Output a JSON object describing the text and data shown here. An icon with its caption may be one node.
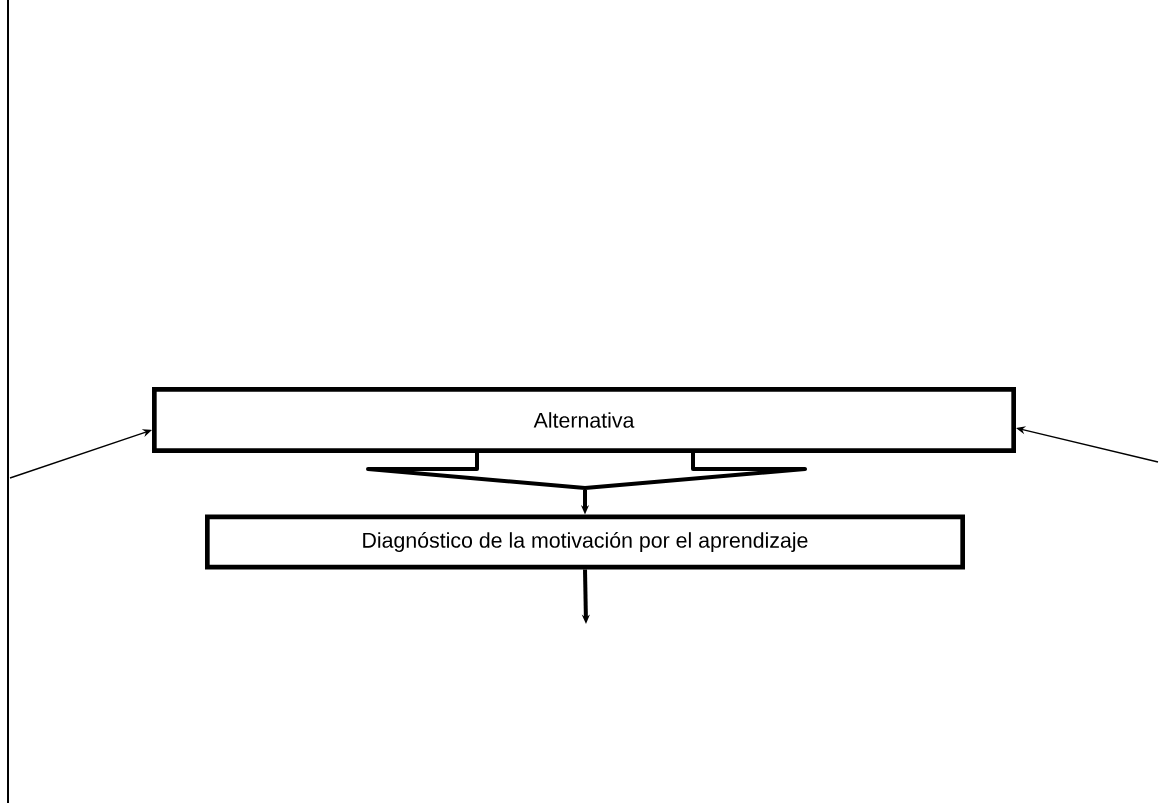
{
  "diagram": {
    "nodes": [
      {
        "text": [
          "Alternativa"
        ]
      },
      {
        "text": [
          "Diagnóstico de la motivación por el aprendizaje"
        ]
      }
    ],
    "edges": [
      {
        "from": null,
        "to": 0,
        "arrow": "to"
      },
      {
        "from": null,
        "to": 0,
        "arrow": "to"
      },
      {
        "from": 0,
        "to": 1,
        "arrow": "to",
        "style": "thick"
      },
      {
        "from": 1,
        "to": null,
        "arrow": "to",
        "style": "thick"
      }
    ]
  }
}
